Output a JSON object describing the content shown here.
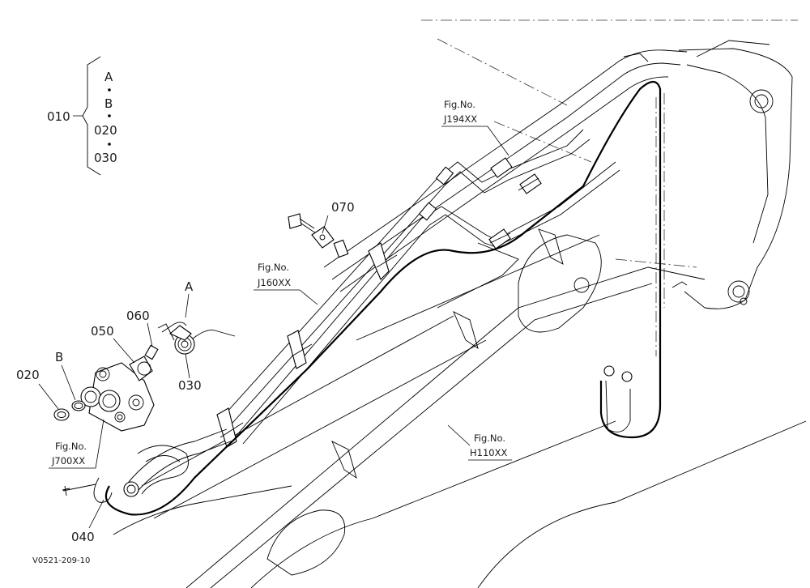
{
  "legend": {
    "group_part": "010",
    "items": [
      "A",
      "B",
      "020",
      "030"
    ]
  },
  "parts": {
    "p020": "020",
    "p030": "030",
    "p040": "040",
    "p050": "050",
    "p060": "060",
    "p070": "070",
    "pA": "A",
    "pB": "B"
  },
  "references": {
    "j194": {
      "line1": "Fig.No.",
      "line2": "J194XX"
    },
    "j160": {
      "line1": "Fig.No.",
      "line2": "J160XX"
    },
    "j700": {
      "line1": "Fig.No.",
      "line2": "J700XX"
    },
    "h110": {
      "line1": "Fig.No.",
      "line2": "H110XX"
    }
  },
  "drawing_code": "V0521-209-10"
}
